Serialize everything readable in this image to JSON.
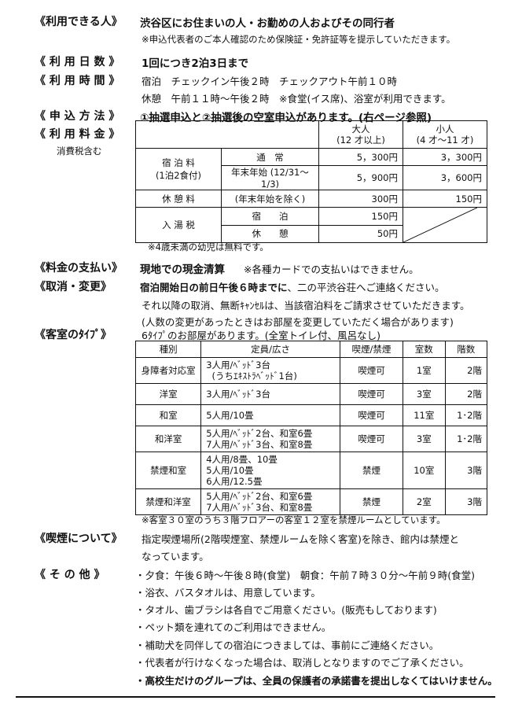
{
  "eligible": {
    "label": "《利用できる人》",
    "text": "渋谷区にお住まいの人・お勤めの人およびその同行者",
    "note": "※申込代表者のご本人確認のため保険証・免許証等を提示していただきます。"
  },
  "days": {
    "label": "《 利 用 日 数 》",
    "text": "1回につき2泊3日まで"
  },
  "hours": {
    "label": "《 利 用 時 間 》",
    "stay": "宿泊　チェックイン午後２時　チェックアウト午前１０時",
    "rest": "休憩　午前１１時～午後２時　※食堂(イス席)、浴室が利用できます。"
  },
  "apply": {
    "label": "《 申 込 方 法 》",
    "text": "①抽選申込と②抽選後の空室申込があります。(右ページ参照)"
  },
  "fees": {
    "label": "《 利 用 料 金 》",
    "tax_note": "消費税含む",
    "header": {
      "adult": "大人",
      "adult_age": "(12 才以上)",
      "child": "小人",
      "child_age": "(4 才～11 才)"
    },
    "stay_label": "宿 泊 料",
    "stay_sub": "(1泊2食付)",
    "normal_label": "通　常",
    "normal_adult": "5，300円",
    "normal_child": "3，300円",
    "newyear_label": "年末年始 (12/31～1/3)",
    "newyear_adult": "5，900円",
    "newyear_child": "3，600円",
    "rest_label": "休 憩 料",
    "rest_sub": "(年末年始を除く)",
    "rest_adult": "300円",
    "rest_child": "150円",
    "bath_label": "入 湯 税",
    "bath_stay_label": "宿　　泊",
    "bath_stay_adult": "150円",
    "bath_rest_label": "休　　憩",
    "bath_rest_adult": "50円",
    "infant_note": "※4歳未満の幼児は無料です。"
  },
  "payment": {
    "label": "《料金の支払い》",
    "text": "現地での現金清算",
    "note": "※各種カードでの支払いはできません。"
  },
  "cancel": {
    "label": "《取消・変更》",
    "line1_bold": "宿泊開始日の前日午後６時までに",
    "line1_rest": "、二の平渋谷荘へご連絡ください。",
    "line2": "それ以降の取消、無断ｷｬﾝｾﾙは、当該宿泊料をご請求させていただきます。",
    "line3": "(人数の変更があったときはお部屋を変更していただく場合があります)"
  },
  "rooms": {
    "label": "《客室のﾀｲﾌﾟ》",
    "intro": "6ﾀｲﾌﾟのお部屋があります。(全室トイレ付、風呂なし)",
    "headers": [
      "種別",
      "定員/広さ",
      "喫煙/禁煙",
      "室数",
      "階数"
    ],
    "rows": [
      {
        "type": "身障者対応室",
        "cap1": "3人用/ﾍﾞｯﾄﾞ3台",
        "cap2": "(うちｴｷｽﾄﾗﾍﾞｯﾄﾞ1台)",
        "cap3": "",
        "smoke": "喫煙可",
        "count": "1室",
        "floor": "2階"
      },
      {
        "type": "洋室",
        "cap1": "3人用/ﾍﾞｯﾄﾞ3台",
        "cap2": "",
        "cap3": "",
        "smoke": "喫煙可",
        "count": "3室",
        "floor": "2階"
      },
      {
        "type": "和室",
        "cap1": "5人用/10畳",
        "cap2": "",
        "cap3": "",
        "smoke": "喫煙可",
        "count": "11室",
        "floor": "1･2階"
      },
      {
        "type": "和洋室",
        "cap1": "5人用/ﾍﾞｯﾄﾞ2台、和室6畳",
        "cap2": "7人用/ﾍﾞｯﾄﾞ3台、和室8畳",
        "cap3": "",
        "smoke": "喫煙可",
        "count": "3室",
        "floor": "1･2階"
      },
      {
        "type": "禁煙和室",
        "cap1": "4人用/8畳、10畳",
        "cap2": "5人用/10畳",
        "cap3": "6人用/12.5畳",
        "smoke": "禁煙",
        "count": "10室",
        "floor": "3階"
      },
      {
        "type": "禁煙和洋室",
        "cap1": "5人用/ﾍﾞｯﾄﾞ2台、和室6畳",
        "cap2": "7人用/ﾍﾞｯﾄﾞ3台、和室8畳",
        "cap3": "",
        "smoke": "禁煙",
        "count": "2室",
        "floor": "3階"
      }
    ],
    "note": "※客室３０室のうち３階フロアーの客室１２室を禁煙ルームとしています。"
  },
  "smoking": {
    "label": "《喫煙について》",
    "line1": "指定喫煙場所(2階喫煙室、禁煙ルームを除く客室)を除き、館内は禁煙と",
    "line2": "なっています。"
  },
  "other": {
    "label": "《 そ の 他 》",
    "items": [
      "・夕食：午後６時～午後８時(食堂)　朝食：午前７時３０分～午前９時(食堂)",
      "・浴衣、バスタオルは、用意しています。",
      "・タオル、歯ブラシは各自でご用意ください。(販売もしております)",
      "・ペット類を連れてのご利用はできません。",
      "・補助犬を同伴しての宿泊につきましては、事前にご連絡ください。",
      "・代表者が行けなくなった場合は、取消しとなりますのでご了承ください。",
      "・高校生だけのグループは、全員の保護者の承諾書を提出しなくてはいけません。"
    ]
  }
}
